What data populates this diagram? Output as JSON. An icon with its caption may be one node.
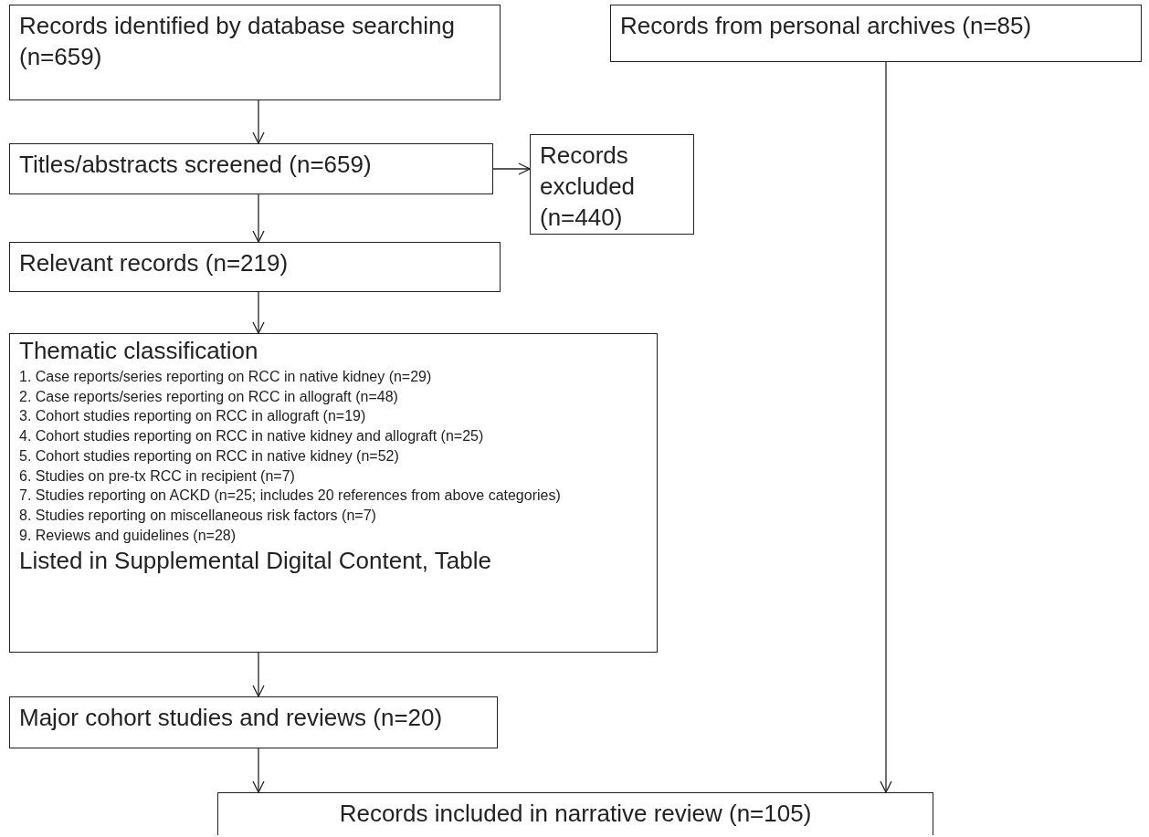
{
  "diagram": {
    "nodes": [
      {
        "text": [
          "Records identified by database searching (n=659)"
        ]
      },
      {
        "text": [
          "Records from personal archives (n=85)"
        ]
      },
      {
        "text": [
          "Titles/abstracts screened (n=659)"
        ]
      },
      {
        "text": [
          "Records excluded (n=440)"
        ]
      },
      {
        "text": [
          "Relevant records (n=219)"
        ]
      },
      {
        "text": [
          "Thematic classification",
          "1. Case reports/series reporting on RCC in native kidney (n=29)",
          "2. Case reports/series reporting on RCC in allograft (n=48)",
          "3. Cohort studies reporting on RCC in allograft (n=19)",
          "4. Cohort studies reporting on RCC in native kidney and allograft (n=25)",
          "5. Cohort studies reporting on RCC in native kidney (n=52)",
          "6. Studies on pre-tx RCC in recipient (n=7)",
          "7. Studies reporting on ACKD (n=25; includes 20 references from above categories)",
          "8. Studies reporting on miscellaneous risk factors (n=7)",
          "9. Reviews and guidelines (n=28)",
          "Listed in Supplemental Digital Content, Table"
        ]
      },
      {
        "text": [
          "Major cohort studies and reviews (n=20)"
        ]
      },
      {
        "text": [
          "Records included in narrative review (n=105)"
        ]
      }
    ],
    "edges": [
      {
        "from": 0,
        "to": 2,
        "arrow": "to"
      },
      {
        "from": 2,
        "to": 3,
        "arrow": "to"
      },
      {
        "from": 2,
        "to": 4,
        "arrow": "to"
      },
      {
        "from": 4,
        "to": 5,
        "arrow": "to"
      },
      {
        "from": 5,
        "to": 6,
        "arrow": "to"
      },
      {
        "from": 6,
        "to": 7,
        "arrow": "to"
      },
      {
        "from": 1,
        "to": 7,
        "arrow": "to"
      }
    ]
  }
}
